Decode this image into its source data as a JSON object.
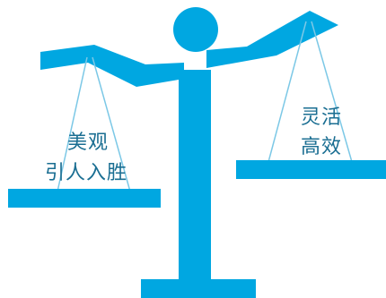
{
  "colors": {
    "scale_fill": "#00a7e1",
    "string_stroke": "#7cc8e6",
    "label_text": "#1a6e92"
  },
  "left_pan": {
    "line1": "美观",
    "line2": "引人入胜"
  },
  "right_pan": {
    "line1": "灵活",
    "line2": "高效"
  }
}
